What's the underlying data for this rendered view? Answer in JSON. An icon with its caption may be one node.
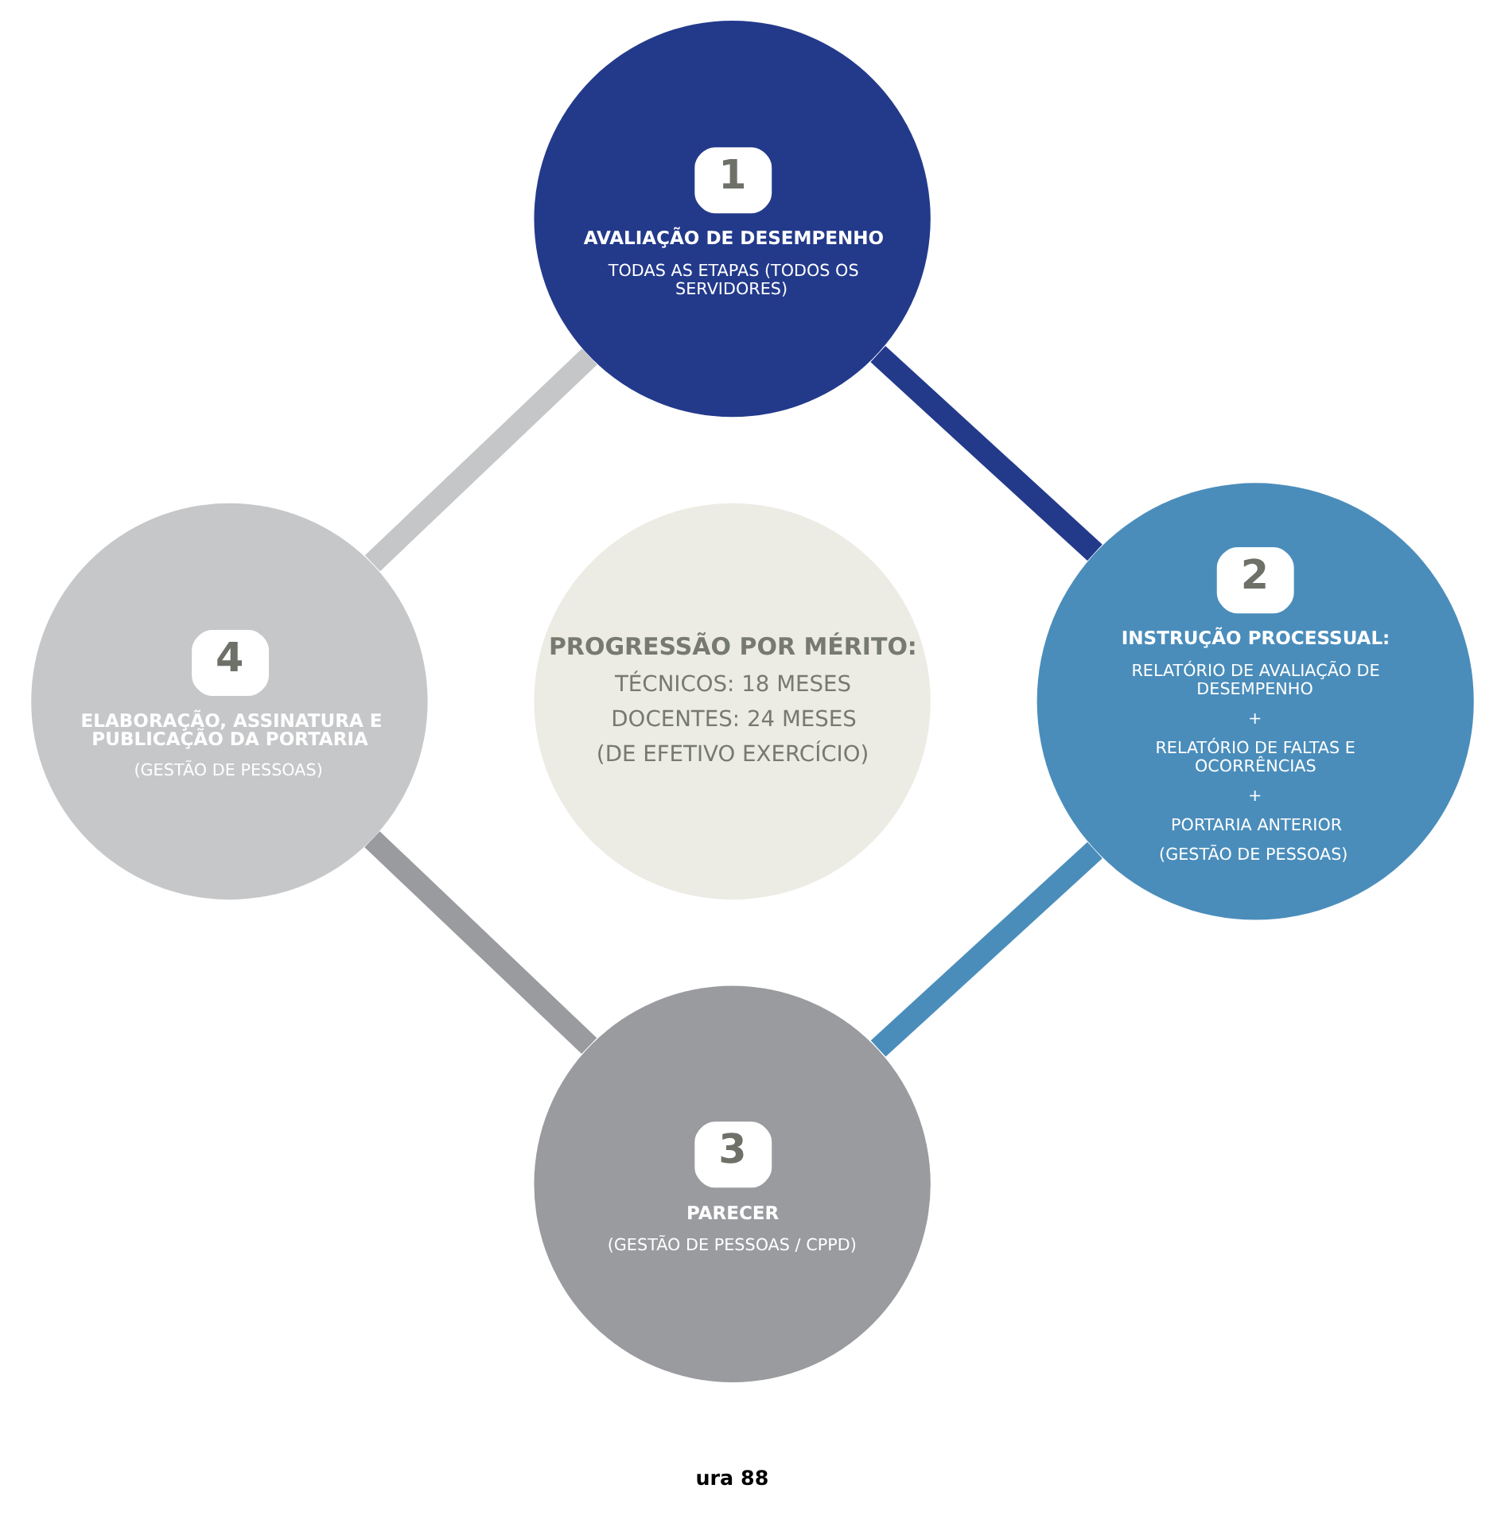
{
  "diagram": {
    "nodes": [
      {
        "text": [
          "1",
          "AVALIAÇÃO DE DESEMPENHO",
          "TODAS AS ETAPAS (TODOS OS SERVIDORES)"
        ]
      },
      {
        "text": [
          "4",
          "ELABORAÇÃO, ASSINATURA E PUBLICAÇÃO DA PORTARIA",
          "(GESTÃO DE PESSOAS)"
        ]
      },
      {
        "text": [
          "PROGRESSÃO POR MÉRITO:",
          "TÉCNICOS: 18 MESES",
          "DOCENTES: 24 MESES",
          "(DE EFETIVO EXERCÍCIO)"
        ]
      },
      {
        "text": [
          "2",
          "INSTRUÇÃO PROCESSUAL:",
          "RELATÓRIO DE AVALIAÇÃO DE DESEMPENHO",
          "+",
          "RELATÓRIO DE FALTAS E OCORRÊNCIAS",
          "+",
          "PORTARIA ANTERIOR",
          "(GESTÃO DE PESSOAS)"
        ]
      },
      {
        "text": [
          "3",
          "PARECER",
          "(GESTÃO DE PESSOAS / CPPD)"
        ]
      }
    ],
    "edges": [
      {
        "from": 0,
        "to": 3,
        "arrow": "none",
        "color": "#233a8b"
      },
      {
        "from": 3,
        "to": 4,
        "arrow": "none",
        "color": "#4a8dbb"
      },
      {
        "from": 4,
        "to": 1,
        "arrow": "none",
        "color": "#9a9b9f"
      },
      {
        "from": 1,
        "to": 0,
        "arrow": "none",
        "color": "#c5c6c8"
      }
    ],
    "labels": [
      "ura 88"
    ]
  }
}
